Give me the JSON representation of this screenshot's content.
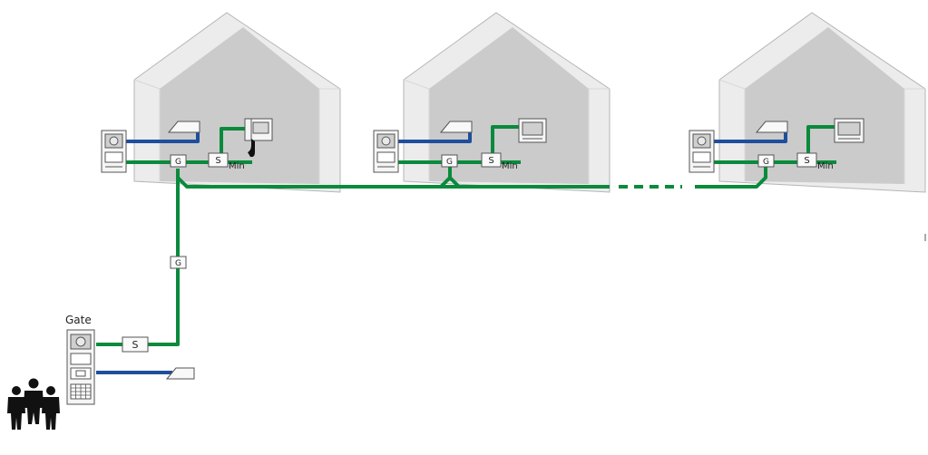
{
  "gate": {
    "label": "Gate"
  },
  "houses": [
    {
      "switch_label": "S",
      "min_label": "Min",
      "distributor_label": "G",
      "indoor_unit": "handset-monitor"
    },
    {
      "switch_label": "S",
      "min_label": "Min",
      "distributor_label": "G",
      "indoor_unit": "handsfree-monitor"
    },
    {
      "switch_label": "S",
      "min_label": "Min",
      "distributor_label": "G",
      "indoor_unit": "handsfree-monitor"
    }
  ],
  "riser_distributor_label": "G",
  "gate_switch_label": "S",
  "colors": {
    "bus_line": "#0a8a3c",
    "signal_line": "#1f4e9c",
    "house_wall": "#e6e6e6",
    "house_inner": "#c9c9c9"
  },
  "icons": [
    "outdoor-station-icon",
    "door-lock-icon",
    "handset-monitor-icon",
    "handsfree-monitor-icon",
    "people-icon"
  ]
}
